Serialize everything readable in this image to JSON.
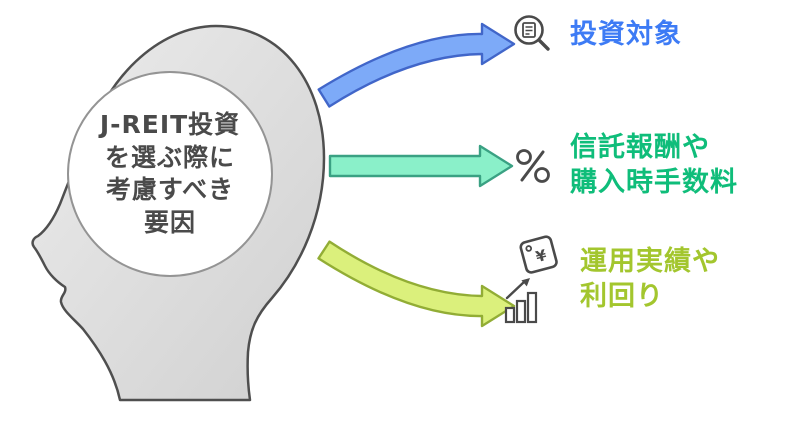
{
  "head": {
    "lines": [
      "J-REIT投資",
      "を選ぶ際に",
      "考慮すべき",
      "要因"
    ],
    "text_color": "#4a4a4a",
    "silhouette_fill": "#dcdcdc",
    "outline_color": "#4f4f4f"
  },
  "items": [
    {
      "icon": "magnifier-document-icon",
      "lines": [
        "投資対象"
      ],
      "label_color": "#3d7bf5",
      "arrow": {
        "shape": "curved-up",
        "fill": "#7daaf8",
        "stroke": "#4166c9"
      }
    },
    {
      "icon": "percent-icon",
      "lines": [
        "信託報酬や",
        "購入時手数料"
      ],
      "label_color": "#0fbd7a",
      "arrow": {
        "shape": "straight",
        "fill": "#8af0c9",
        "stroke": "#3aa183"
      }
    },
    {
      "icon": "price-tag-chart-icon",
      "tag_symbol": "¥",
      "lines": [
        "運用実績や",
        "利回り"
      ],
      "label_color": "#a3c62e",
      "arrow": {
        "shape": "curved-down",
        "fill": "#dbf07c",
        "stroke": "#92ad35"
      }
    }
  ]
}
